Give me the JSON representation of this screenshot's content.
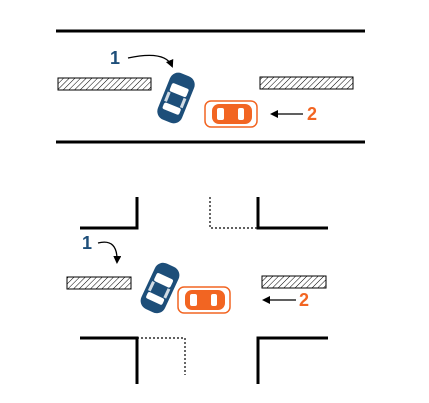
{
  "colors": {
    "road": "#000000",
    "vehicle_1": "#1d4e79",
    "vehicle_2": "#f26522",
    "hatch": "#000000",
    "background": "#ffffff"
  },
  "top_scene": {
    "vehicle_1_label": "1",
    "vehicle_2_label": "2"
  },
  "bottom_scene": {
    "vehicle_1_label": "1",
    "vehicle_2_label": "2"
  }
}
